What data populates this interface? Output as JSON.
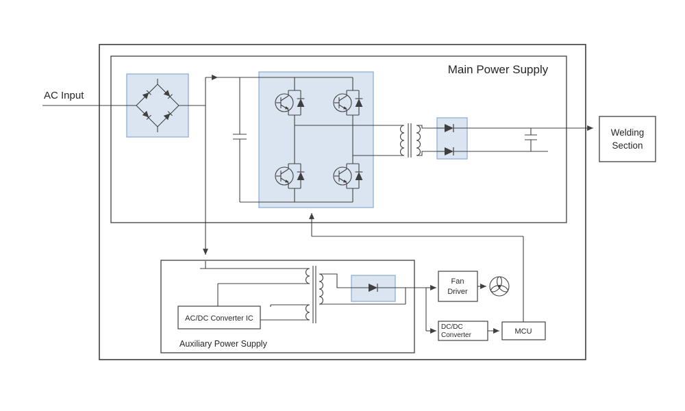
{
  "diagram": {
    "title": "Welding power supply block diagram",
    "labels": {
      "ac_input": "AC Input",
      "main_power_supply": "Main Power Supply",
      "welding_line1": "Welding",
      "welding_line2": "Section",
      "acdc_converter_ic": "AC/DC Converter IC",
      "aux_power_supply": "Auxiliary Power Supply",
      "fan_line1": "Fan",
      "fan_line2": "Driver",
      "dcdc_line1": "DC/DC",
      "dcdc_line2": "Converter",
      "mcu": "MCU"
    },
    "icons": {
      "bridge_rectifier": "bridge-rectifier-icon",
      "igbt_transistor": "igbt-transistor-icon",
      "main_transformer": "transformer-icon",
      "aux_transformer": "transformer-icon",
      "output_diode": "diode-icon",
      "capacitor": "capacitor-icon",
      "fan": "fan-icon",
      "flow_arrow": "arrow-icon"
    },
    "colors": {
      "line": "#3f3f3f",
      "text": "#262626",
      "highlight_fill": "#dbe5f1",
      "highlight_stroke": "#95b3d7",
      "background": "#ffffff"
    }
  }
}
